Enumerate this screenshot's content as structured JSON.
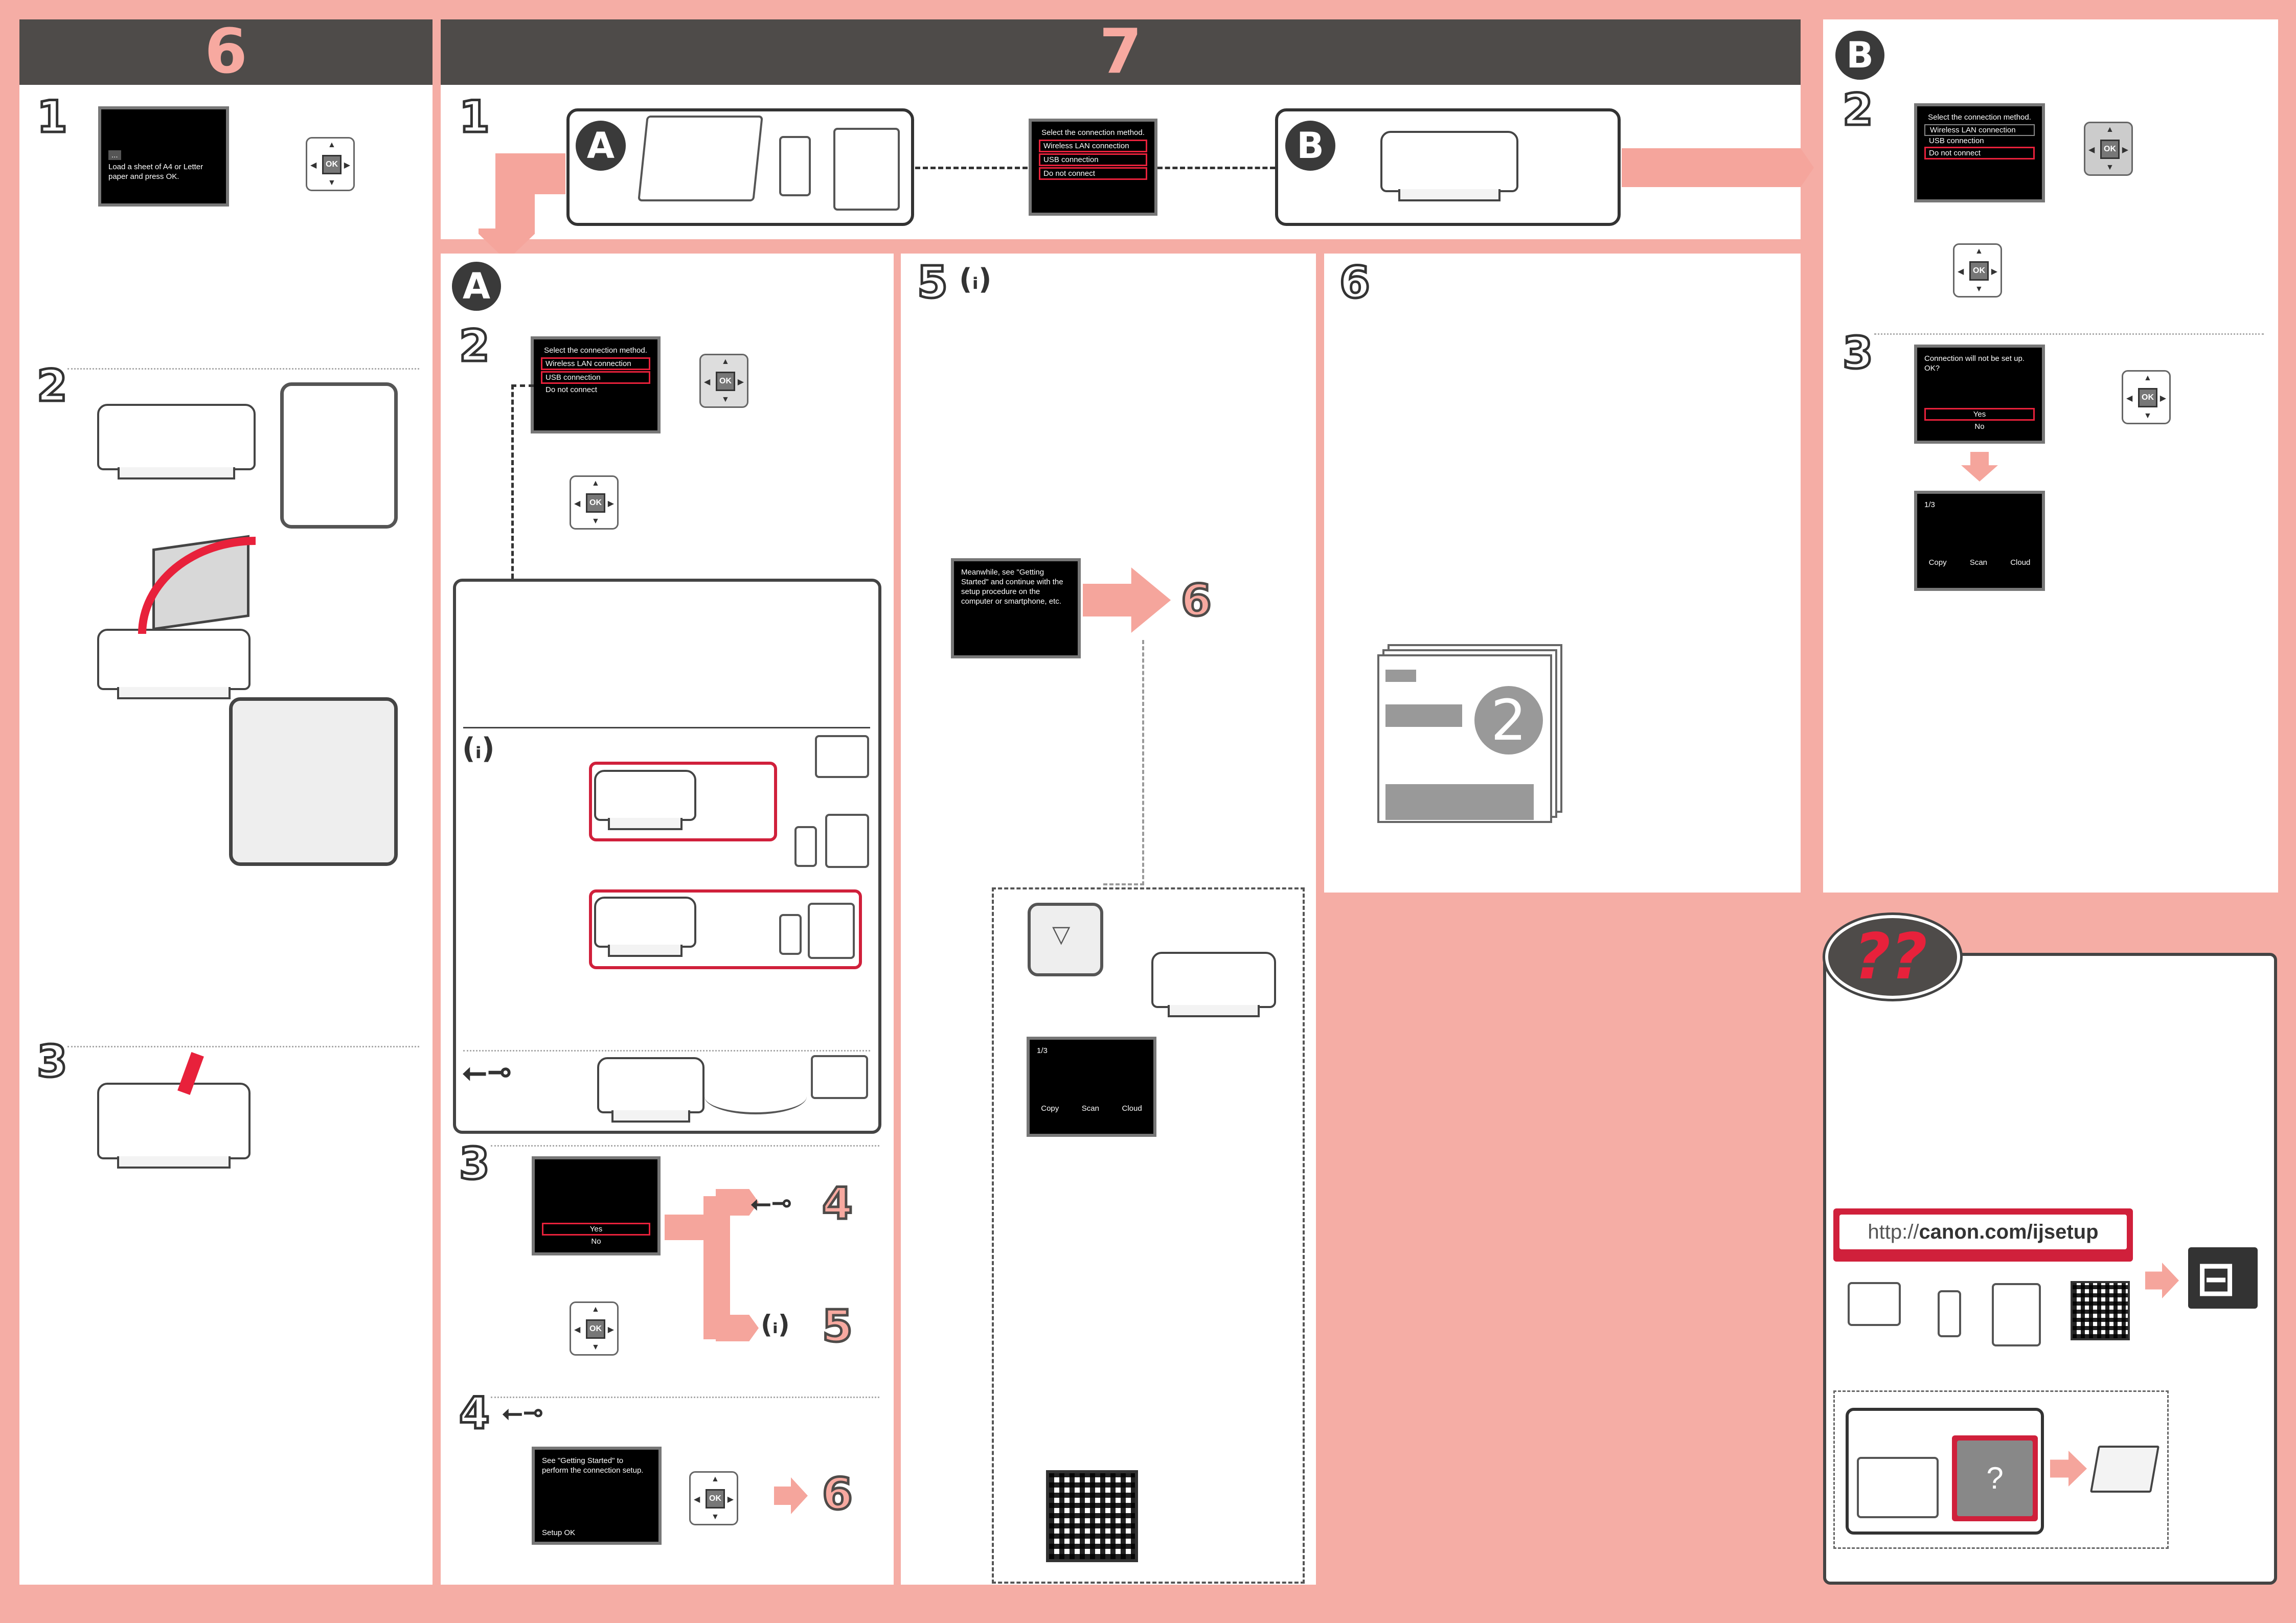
{
  "sections": {
    "six": {
      "header": "6",
      "steps": [
        "1",
        "2",
        "3"
      ]
    },
    "seven": {
      "header": "7",
      "step": "1",
      "option_a": "A",
      "option_b": "B"
    },
    "b_panel": {
      "label": "B",
      "steps": [
        "2",
        "3"
      ]
    },
    "a_panel": {
      "label": "A",
      "steps": [
        "2",
        "3",
        "4"
      ]
    },
    "five": {
      "step": "5",
      "ref": "6"
    },
    "sixb": {
      "step": "6",
      "book_number": "2"
    }
  },
  "lcd": {
    "load_paper": {
      "tag": "...",
      "line1": "Load a sheet of A4 or Letter",
      "line2": "paper and press OK."
    },
    "connection": {
      "title": "Select the connection method.",
      "options": [
        "Wireless LAN connection",
        "USB connection",
        "Do not connect"
      ]
    },
    "not_set": {
      "line1": "Connection will not be set up.",
      "line2": "OK?",
      "yes": "Yes",
      "no": "No"
    },
    "home": {
      "page": "1/3",
      "items": [
        "Copy",
        "Scan",
        "Cloud"
      ]
    },
    "meanwhile": {
      "text": "Meanwhile, see \"Getting Started\" and continue with the setup procedure on the computer or smartphone, etc."
    },
    "getting_started": {
      "text": "See \"Getting Started\" to perform the connection setup.",
      "footer": "Setup OK"
    },
    "blurred_yes": "Yes",
    "blurred_no": "No"
  },
  "buttons": {
    "ok": "OK"
  },
  "refs": {
    "four": "4",
    "five": "5",
    "six": "6"
  },
  "help": {
    "url_prefix": "http://",
    "url": "canon.com/ijsetup"
  },
  "colors": {
    "accent": "#f5ada5",
    "header_bg": "#4e4b49",
    "highlight": "#d0203b"
  }
}
